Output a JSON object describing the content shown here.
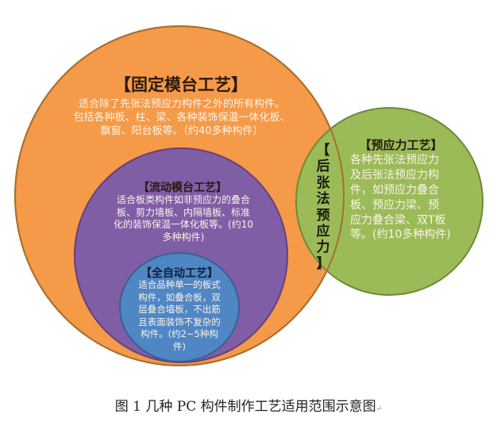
{
  "diagram": {
    "fixed_mold": {
      "title": "【固定模台工艺】",
      "lines": [
        "适合除了先张法预应力构件之外的所有构件。",
        "包括各种板、柱、梁、各种装饰保温一体化板、",
        "飘窗、阳台板等。（约40多种构件）"
      ],
      "color": "#f59a48"
    },
    "flow_mold": {
      "title": "【流动模台工艺】",
      "lines": [
        "适合板类构件如非预应力的叠合",
        "板、剪力墙板、内隔墙板、标准",
        "化的装饰保温一体化板等。(约10",
        "多种构件)"
      ],
      "color": "#7f5ea6"
    },
    "fully_automatic": {
      "title": "【全自动工艺】",
      "lines": [
        "适合品种单一的板式",
        "构件，如叠合板，双",
        "层叠合墙板，不出筋",
        "且表面装饰不复杂的",
        "构件。(约2~5种构件)"
      ],
      "color": "#4f86c4"
    },
    "prestressed": {
      "title": "【预应力工艺】",
      "lines": [
        "各种先张法预应力",
        "及后张法预应力构",
        "件，如预应力叠合",
        "板、预应力梁、预",
        "应力叠合梁、双T板",
        "等。(约10多种构件)"
      ],
      "color": "#9bbb59"
    },
    "post_tension": {
      "chars": [
        "【",
        "后",
        "张",
        "法",
        "预",
        "应",
        "力",
        "】"
      ]
    }
  },
  "caption": {
    "text": "图 1  几种 PC 构件制作工艺适用范围示意图",
    "mark": "↵"
  }
}
